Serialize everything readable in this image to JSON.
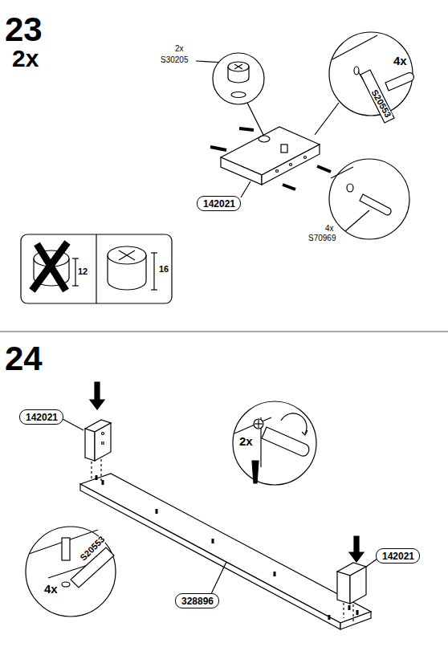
{
  "diagram": {
    "nodes": [
      {
        "text": [
          "142021"
        ]
      },
      {
        "text": [
          "142021"
        ]
      },
      {
        "text": [
          "142021"
        ]
      },
      {
        "text": [
          "328896"
        ]
      }
    ],
    "labels": [
      "23",
      "2x",
      "2x",
      "S30205",
      "4x",
      "S20553",
      "4x",
      "S70969",
      "12",
      "16",
      "24",
      "2x",
      "S20553",
      "4x"
    ]
  }
}
